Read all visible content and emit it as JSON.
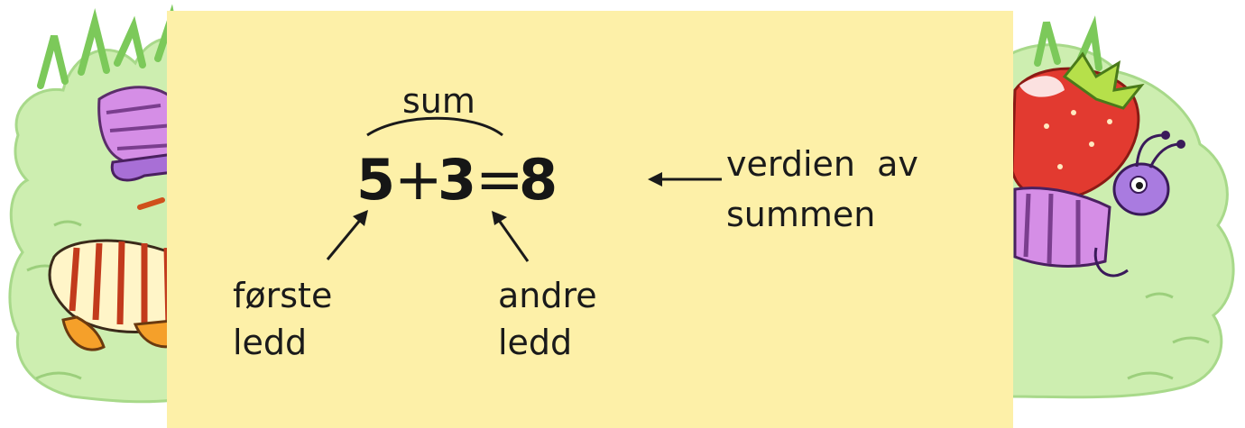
{
  "equation": {
    "first_term": "5",
    "plus": "+",
    "second_term": "3",
    "equals": "=",
    "result": "8"
  },
  "labels": {
    "sum": "sum",
    "sum_value_line1": "verdien  av",
    "sum_value_line2": "summen",
    "first_term_line1": "første",
    "first_term_line2": "ledd",
    "second_term_line1": "andre",
    "second_term_line2": "ledd"
  },
  "colors": {
    "card_background": "#fdf0a8",
    "grass": "#cdeeb0",
    "grass_dark": "#8fd070",
    "text": "#1a1a1a"
  },
  "icons": [
    "cat-character",
    "bee-character",
    "strawberry",
    "ant-character"
  ]
}
